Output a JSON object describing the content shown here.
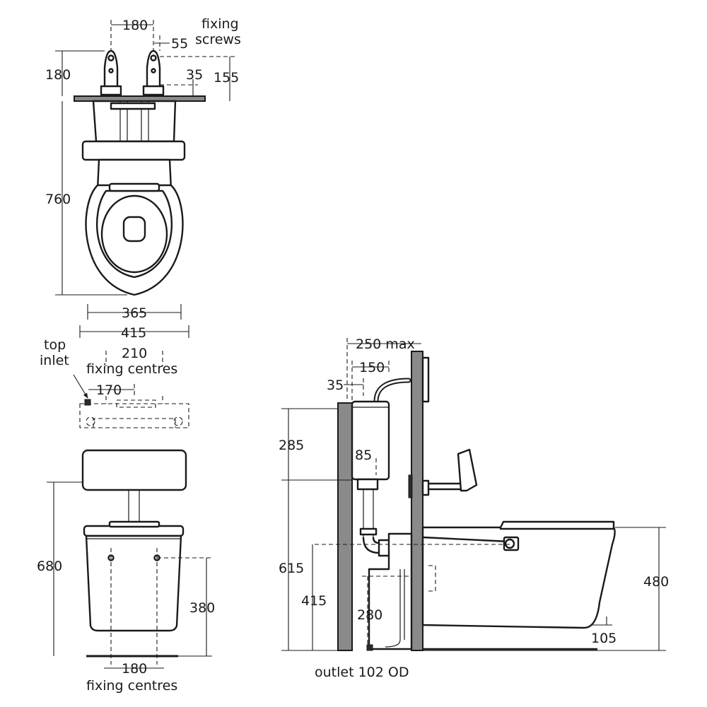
{
  "top_view": {
    "width_180": "180",
    "offset_55": "55",
    "fixing_screws_line1": "fixing",
    "fixing_screws_line2": "screws",
    "bracket_height_180": "180",
    "offset_35": "35",
    "height_155": "155",
    "length_760": "760",
    "seat_width_365": "365",
    "overall_width_415": "415"
  },
  "front_view": {
    "top_inlet_line1": "top",
    "top_inlet_line2": "inlet",
    "fixing_centres_210": "210",
    "fixing_centres_label_top": "fixing centres",
    "inlet_offset_170": "170",
    "height_680": "680",
    "height_380": "380",
    "fixing_centres_180": "180",
    "fixing_centres_label_bottom": "fixing centres"
  },
  "side_view": {
    "depth_250_max": "250 max",
    "depth_150": "150",
    "depth_35": "35",
    "height_285": "285",
    "dim_85": "85",
    "height_615": "615",
    "height_415": "415",
    "height_280": "280",
    "height_480": "480",
    "dim_105": "105",
    "outlet_label": "outlet 102 OD"
  }
}
